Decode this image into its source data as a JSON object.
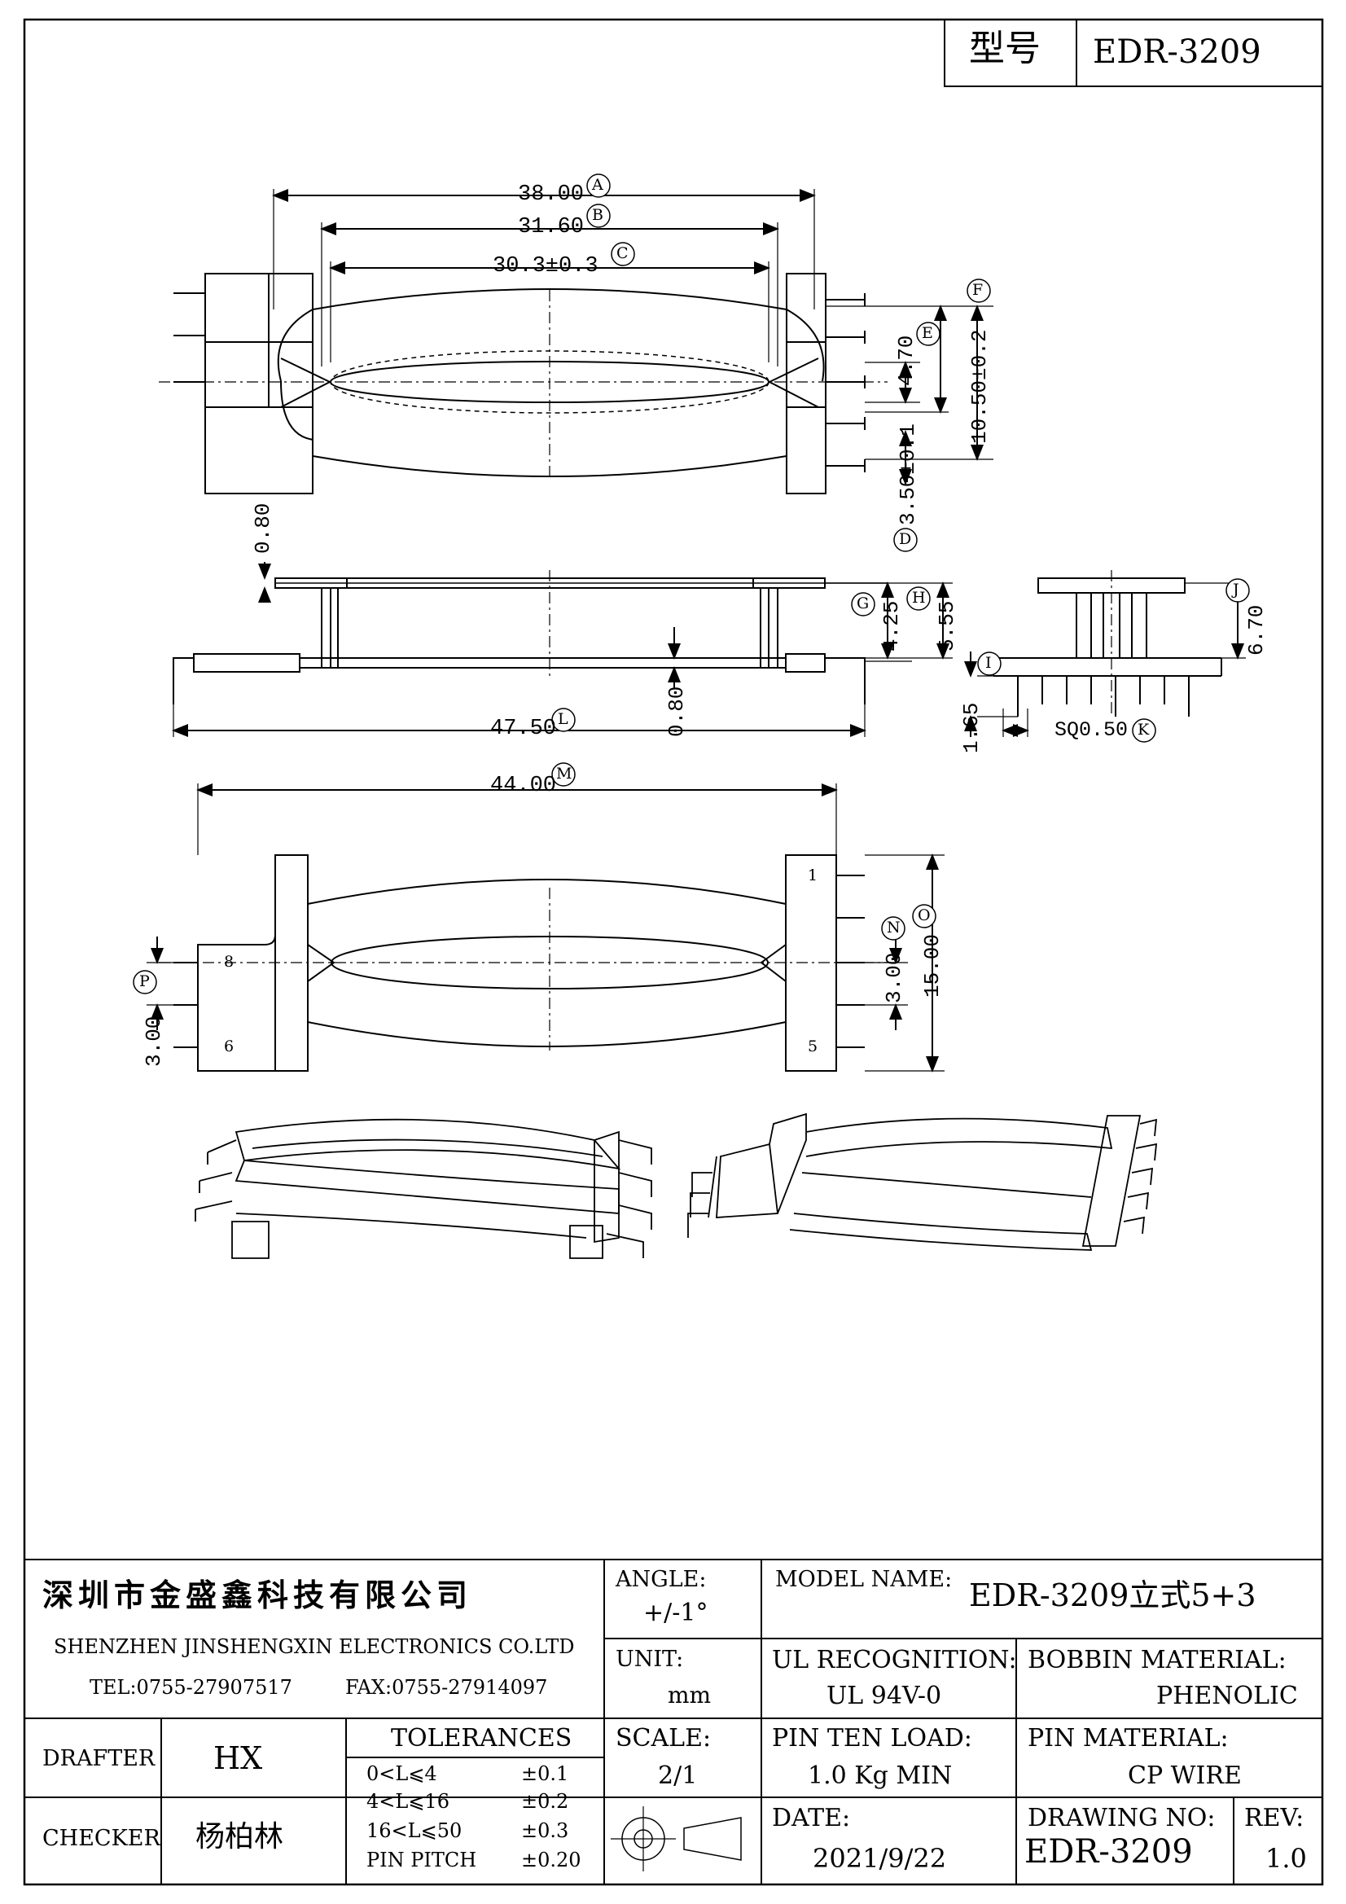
{
  "header": {
    "model_label": "型号",
    "model_value": "EDR-3209"
  },
  "dims": {
    "A": "38.00",
    "B": "31.60",
    "C": "30.3±0.3",
    "D": "3.50±0.1",
    "E": "4.70",
    "F": "10.50±0.2",
    "G": "4.25",
    "H": "5.55",
    "I": "1.65",
    "J": "6.70",
    "K": "SQ0.50",
    "L": "47.50",
    "M": "44.00",
    "N": "3.00",
    "O": "15.00",
    "P": "3.00",
    "flange_a": "0.80",
    "flange_b": "0.80"
  },
  "callouts": [
    "A",
    "B",
    "C",
    "D",
    "E",
    "F",
    "G",
    "H",
    "I",
    "J",
    "K",
    "L",
    "M",
    "N",
    "O",
    "P"
  ],
  "pins": {
    "p1": "1",
    "p5": "5",
    "p6": "6",
    "p8": "8"
  },
  "title_block": {
    "company_cn": "深圳市金盛鑫科技有限公司",
    "company_en": "SHENZHEN JINSHENGXIN ELECTRONICS CO.LTD",
    "tel": "TEL:0755-27907517",
    "fax": "FAX:0755-27914097",
    "angle_label": "ANGLE:",
    "angle_value": "+/-1°",
    "model_name_label": "MODEL NAME:",
    "model_name_value": "EDR-3209立式5+3",
    "unit_label": "UNIT:",
    "unit_value": "mm",
    "ul_label": "UL RECOGNITION:",
    "ul_value": "UL 94V-0",
    "bobbin_label": "BOBBIN MATERIAL:",
    "bobbin_value": "PHENOLIC",
    "drafter_label": "DRAFTER",
    "drafter_value": "HX",
    "tolerances_label": "TOLERANCES",
    "tol_rows": [
      {
        "range": "0<L⩽4",
        "value": "±0.1"
      },
      {
        "range": "4<L⩽16",
        "value": "±0.2"
      },
      {
        "range": "16<L⩽50",
        "value": "±0.3"
      },
      {
        "range": "PIN PITCH",
        "value": "±0.20"
      }
    ],
    "scale_label": "SCALE:",
    "scale_value": "2/1",
    "pin_load_label": "PIN TEN LOAD:",
    "pin_load_value": "1.0 Kg MIN",
    "pin_material_label": "PIN MATERIAL:",
    "pin_material_value": "CP WIRE",
    "checker_label": "CHECKER",
    "checker_value": "杨柏林",
    "date_label": "DATE:",
    "date_value": "2021/9/22",
    "drawing_no_label": "DRAWING NO:",
    "drawing_no_value": "EDR-3209",
    "rev_label": "REV:",
    "rev_value": "1.0"
  }
}
